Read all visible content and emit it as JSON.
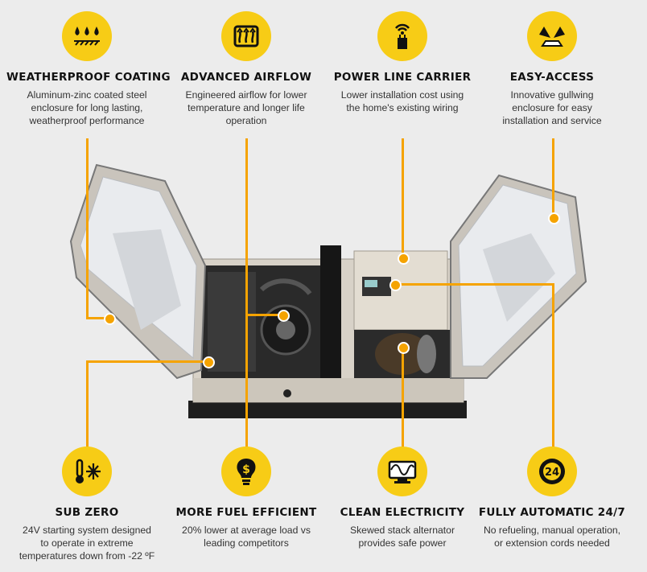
{
  "features_top": [
    {
      "title": "WEATHERPROOF COATING",
      "desc": [
        "Aluminum-zinc coated steel",
        "enclosure for long lasting,",
        "weatherproof performance"
      ],
      "icon": "water-drops-icon"
    },
    {
      "title": "ADVANCED AIRFLOW",
      "desc": [
        "Engineered airflow for lower",
        "temperature and longer life",
        "operation"
      ],
      "icon": "airflow-arrows-icon"
    },
    {
      "title": "POWER LINE CARRIER",
      "desc": [
        "Lower installation cost using",
        "the home's existing wiring"
      ],
      "icon": "signal-plug-icon"
    },
    {
      "title": "EASY-ACCESS",
      "desc": [
        "Innovative gullwing",
        "enclosure for easy",
        "installation and service"
      ],
      "icon": "gullwing-doors-icon"
    }
  ],
  "features_bottom": [
    {
      "title": "SUB ZERO",
      "desc": [
        "24V starting system designed",
        "to operate in extreme",
        "temperatures down from -22 ºF"
      ],
      "icon": "thermometer-snowflake-icon"
    },
    {
      "title": "MORE FUEL EFFICIENT",
      "desc": [
        "20% lower at average load vs",
        "leading competitors"
      ],
      "icon": "dollar-bulb-icon"
    },
    {
      "title": "CLEAN ELECTRICITY",
      "desc": [
        "Skewed stack alternator",
        "provides safe power"
      ],
      "icon": "sine-wave-monitor-icon"
    },
    {
      "title": "FULLY AUTOMATIC 24/7",
      "desc": [
        "No refueling, manual operation,",
        "or extension cords needed"
      ],
      "icon": "clock-24-icon"
    }
  ],
  "colors": {
    "accent": "#f7cc16",
    "leader": "#f5a300",
    "background": "#ececec"
  },
  "product_image": "home-standby-generator-gullwing-open"
}
